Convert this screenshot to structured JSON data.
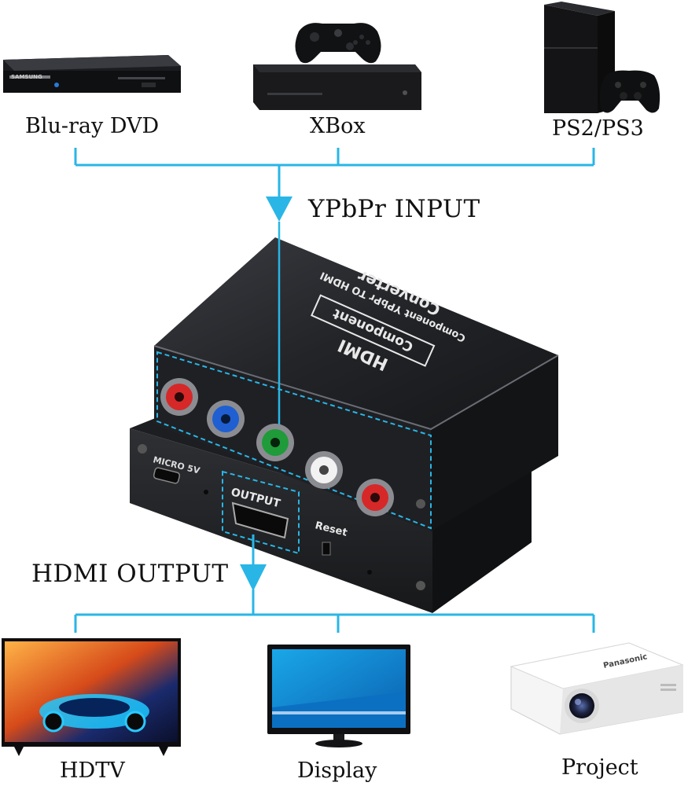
{
  "sources": [
    {
      "label": "Blu-ray DVD",
      "icon": "bluray-player-icon"
    },
    {
      "label": "XBox",
      "icon": "xbox-console-icon"
    },
    {
      "label": "PS2/PS3",
      "icon": "playstation-console-icon"
    }
  ],
  "input_label": "YPbPr INPUT",
  "output_label": "HDMI OUTPUT",
  "device": {
    "top_line1": "HDMI",
    "top_line2": "Component",
    "top_line3": "Component YPbPr TO HDMI",
    "top_line4": "Converter",
    "micro_label": "MICRO 5V",
    "output_port_label": "OUTPUT",
    "reset_label": "Reset"
  },
  "destinations": [
    {
      "label": "HDTV",
      "icon": "hdtv-icon"
    },
    {
      "label": "Display",
      "icon": "monitor-icon"
    },
    {
      "label": "Project",
      "icon": "projector-icon"
    }
  ],
  "brand_marks": {
    "bluray": "SAMSUNG",
    "projector": "Panasonic"
  },
  "colors": {
    "connector_line": "#29b6e6",
    "device_body": "#26282c",
    "rca_red": "#d62828",
    "rca_blue": "#1f5fd1",
    "rca_green": "#1f9b3a",
    "rca_white": "#f2f2f2"
  }
}
